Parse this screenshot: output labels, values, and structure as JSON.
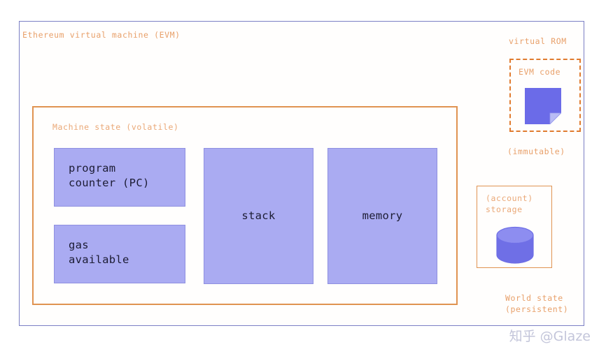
{
  "diagram": {
    "title": "Ethereum virtual machine (EVM)",
    "colors": {
      "frame_border": "#7b7fc4",
      "orange_border": "#e09351",
      "orange_text": "#e8a06a",
      "purple_fill": "#aaabf2",
      "purple_border": "#8f90e0",
      "icon_purple": "#6b6be8",
      "box_text": "#1c1c34",
      "watermark": "#b9bcd4"
    },
    "machine_state": {
      "title": "Machine state (volatile)",
      "boxes": [
        {
          "id": "program-counter",
          "label": "program\ncounter (PC)"
        },
        {
          "id": "gas-available",
          "label": "gas\navailable"
        },
        {
          "id": "stack",
          "label": "stack"
        },
        {
          "id": "memory",
          "label": "memory"
        }
      ]
    },
    "virtual_rom": {
      "heading": "virtual ROM",
      "code_label": "EVM code",
      "code_icon": "document-icon",
      "footnote": "(immutable)"
    },
    "world_state": {
      "storage_label": "(account)\nstorage",
      "storage_icon": "database-cylinder-icon",
      "footnote": "World state\n(persistent)"
    },
    "watermark": "知乎 @Glaze"
  }
}
